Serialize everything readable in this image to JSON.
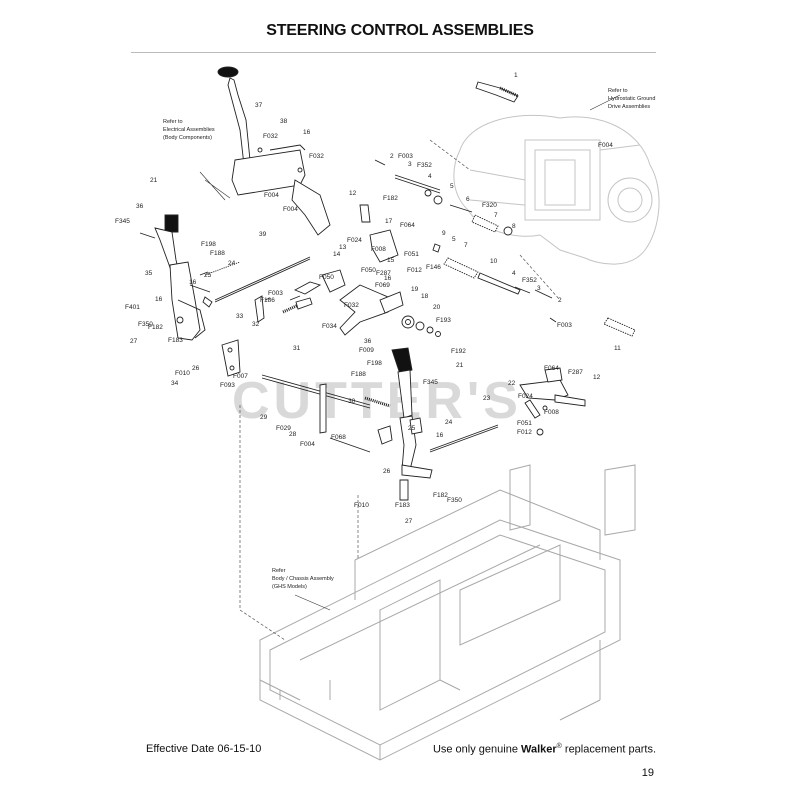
{
  "page": {
    "title": "STEERING CONTROL ASSEMBLIES",
    "footer_left": "Effective Date 06-15-10",
    "footer_right_prefix": "Use only genuine ",
    "footer_brand": "Walker",
    "footer_reg": "®",
    "footer_right_suffix": " replacement parts.",
    "page_number": "19",
    "watermark": "CUTTER'S"
  },
  "notes": {
    "electrical": [
      "Refer to",
      "Electrical Assemblies",
      "(Body Components)"
    ],
    "hydrostatic": [
      "Refer to",
      "Hydrostatic Ground",
      "Drive Assemblies"
    ],
    "chassis": [
      "Refer",
      "Body / Chassis Assembly",
      "(GHS Models)"
    ]
  },
  "callouts": [
    "37",
    "38",
    "F032",
    "16",
    "F032",
    "F004",
    "F004",
    "21",
    "36",
    "F345",
    "39",
    "F198",
    "F188",
    "24",
    "25",
    "16",
    "35",
    "F401",
    "16",
    "F350",
    "F182",
    "27",
    "F183",
    "26",
    "F010",
    "34",
    "F007",
    "F093",
    "33",
    "32",
    "F003",
    "F186",
    "31",
    "F050",
    "14",
    "13",
    "F024",
    "F008",
    "F050",
    "F287",
    "16",
    "F069",
    "F032",
    "F034",
    "36",
    "F009",
    "12",
    "F182",
    "17",
    "F064",
    "F051",
    "F012",
    "15",
    "19",
    "18",
    "20",
    "F193",
    "F192",
    "2",
    "F003",
    "F352",
    "3",
    "4",
    "5",
    "6",
    "F320",
    "7",
    "8",
    "9",
    "5",
    "7",
    "10",
    "4",
    "F352",
    "3",
    "F146",
    "1",
    "F004",
    "2",
    "F003",
    "11",
    "21",
    "F198",
    "F188",
    "F345",
    "30",
    "29",
    "F029",
    "28",
    "F004",
    "F068",
    "25",
    "24",
    "16",
    "23",
    "26",
    "F182",
    "F350",
    "F183",
    "27",
    "F010",
    "22",
    "F064",
    "F287",
    "12",
    "F024",
    "F008",
    "F051",
    "F012"
  ]
}
